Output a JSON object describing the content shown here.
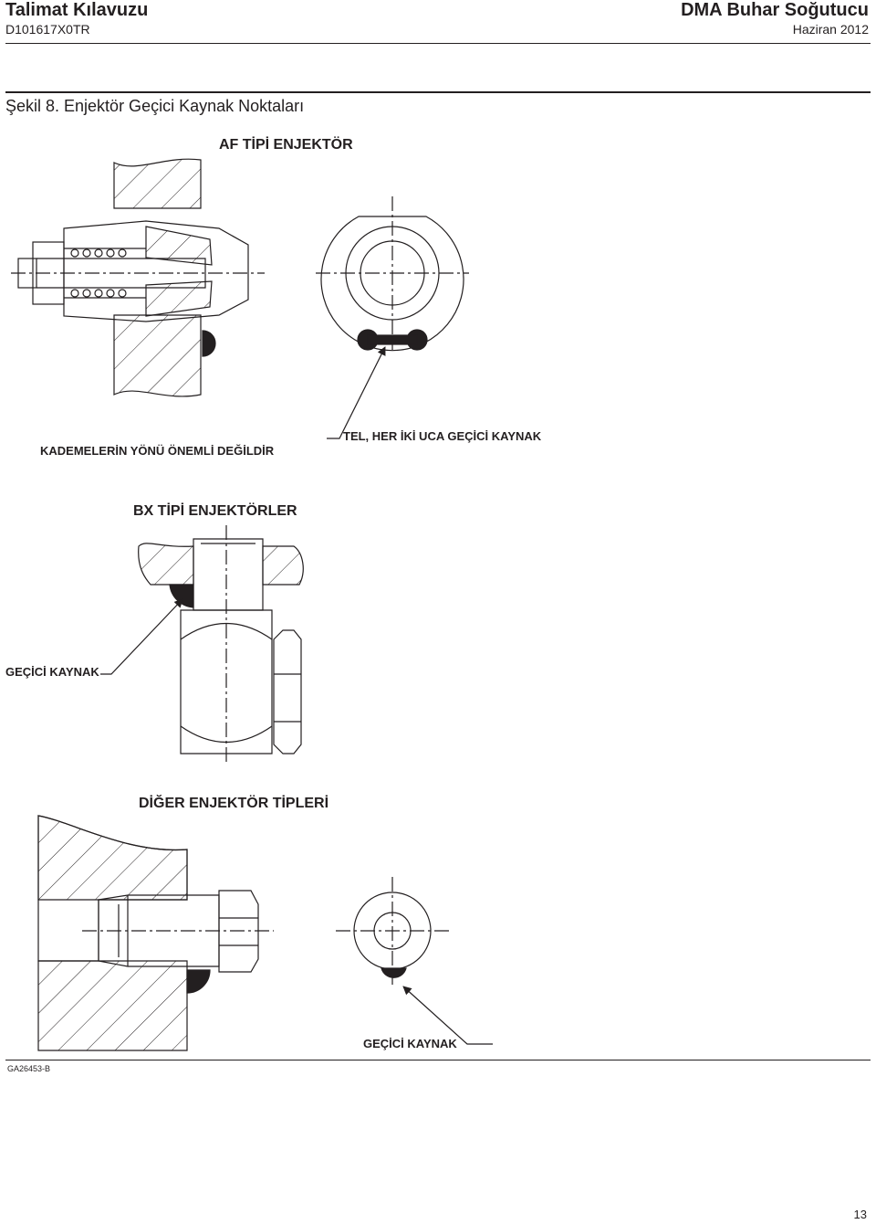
{
  "header": {
    "title": "Talimat Kılavuzu",
    "doc_code": "D101617X0TR",
    "product": "DMA Buhar Soğutucu",
    "date": "Haziran 2012"
  },
  "figure": {
    "title": "Şekil 8. Enjektör Geçici Kaynak Noktaları",
    "section_af": "AF TİPİ ENJEKTÖR",
    "label_stages": "KADEMELERİN YÖNÜ ÖNEMLİ DEĞİLDİR",
    "label_wire": "TEL, HER İKİ UCA GEÇİCİ KAYNAK",
    "section_bx": "BX TİPİ ENJEKTÖRLER",
    "label_tack_bx": "GEÇİCİ KAYNAK",
    "section_other": "DİĞER ENJEKTÖR TİPLERİ",
    "label_tack_other": "GEÇİCİ KAYNAK",
    "drawing_ref": "GA26453-B"
  },
  "footer": {
    "page_number": "13"
  }
}
